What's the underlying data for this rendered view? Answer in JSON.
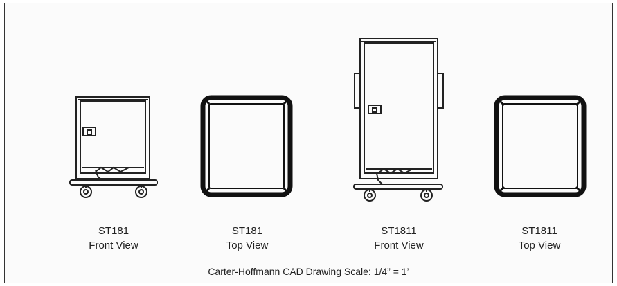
{
  "views": [
    {
      "model": "ST181",
      "view": "Front View"
    },
    {
      "model": "ST181",
      "view": "Top View"
    },
    {
      "model": "ST1811",
      "view": "Front View"
    },
    {
      "model": "ST1811",
      "view": "Top View"
    }
  ],
  "caption": {
    "text": "Carter-Hoffmann CAD Drawing Scale:  1/4” = 1’"
  }
}
